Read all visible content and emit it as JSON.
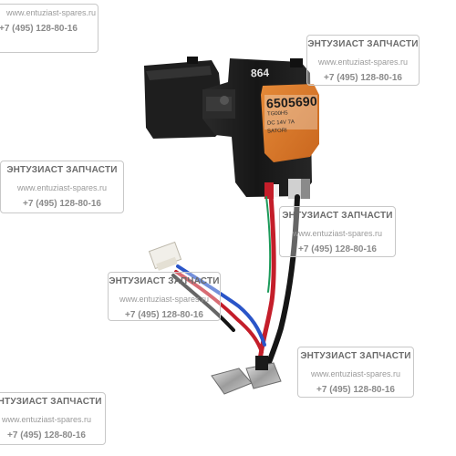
{
  "photo": {
    "subject": "power tool trigger switch",
    "label_number": "6505690",
    "label_small_1": "TG00H5",
    "label_small_2": "DC 14V 7A",
    "label_small_3": "SATORI",
    "housing_mark": "864",
    "colors": {
      "housing": "#1c1c1c",
      "trigger": "#222222",
      "label": "#d9772a",
      "wire_red": "#c41e2a",
      "wire_blue": "#2a55c8",
      "wire_black": "#151515",
      "connector": "#f1efe9"
    }
  },
  "watermark": {
    "title": "ЭНТУЗИАСТ ЗАПЧАСТИ",
    "url": "www.entuziast-spares.ru",
    "phone": "+7 (495) 128-80-16"
  }
}
